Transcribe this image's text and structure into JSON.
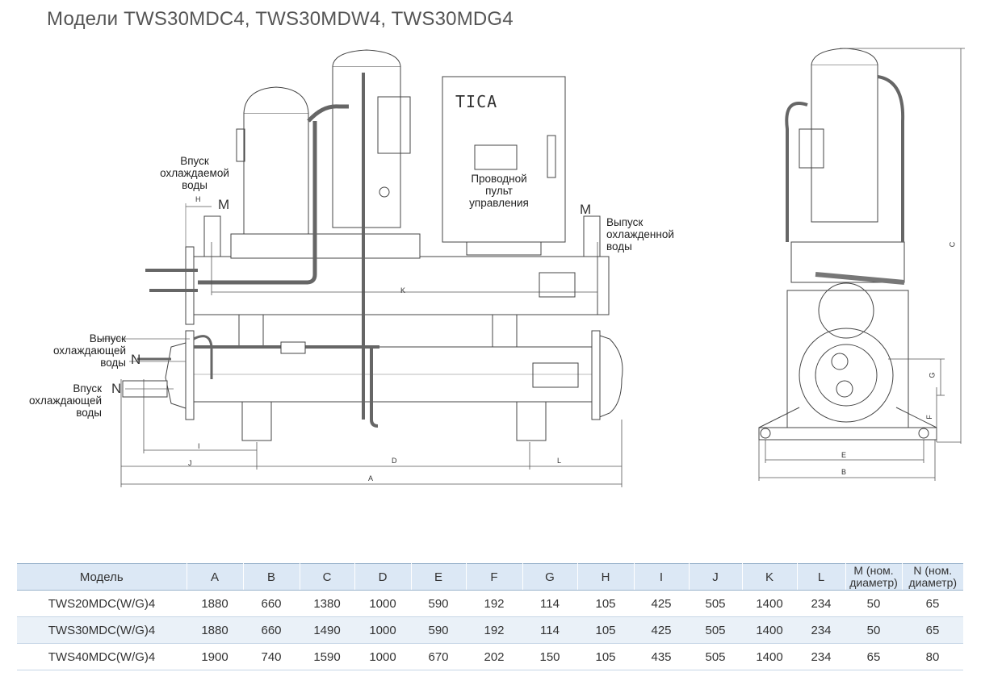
{
  "title": "Модели TWS30MDC4, TWS30MDW4, TWS30MDG4",
  "brand": "TICA",
  "labels": {
    "inlet_cooled_1": "Впуск",
    "inlet_cooled_2": "охлаждаемой",
    "inlet_cooled_3": "воды",
    "outlet_chilled_1": "Выпуск",
    "outlet_chilled_2": "охлажденной",
    "outlet_chilled_3": "воды",
    "outlet_cooling_1": "Выпуск",
    "outlet_cooling_2": "охлаждающей",
    "outlet_cooling_3": "воды",
    "inlet_cooling_1": "Впуск",
    "inlet_cooling_2": "охлаждающей",
    "inlet_cooling_3": "воды",
    "remote_1": "Проводной",
    "remote_2": "пульт",
    "remote_3": "управления"
  },
  "letters": {
    "M": "M",
    "N": "N",
    "H": "H",
    "K": "K",
    "I": "I",
    "J": "J",
    "D": "D",
    "L": "L",
    "A": "A",
    "B": "B",
    "C": "C",
    "E": "E",
    "F": "F",
    "G": "G"
  },
  "table": {
    "headers": [
      "Модель",
      "A",
      "B",
      "C",
      "D",
      "E",
      "F",
      "G",
      "H",
      "I",
      "J",
      "K",
      "L"
    ],
    "header_m_1": "M (ном.",
    "header_m_2": "диаметр)",
    "header_n_1": "N (ном.",
    "header_n_2": "диаметр)",
    "rows": [
      [
        "TWS20MDC(W/G)4",
        "1880",
        "660",
        "1380",
        "1000",
        "590",
        "192",
        "114",
        "105",
        "425",
        "505",
        "1400",
        "234",
        "50",
        "65"
      ],
      [
        "TWS30MDC(W/G)4",
        "1880",
        "660",
        "1490",
        "1000",
        "590",
        "192",
        "114",
        "105",
        "425",
        "505",
        "1400",
        "234",
        "50",
        "65"
      ],
      [
        "TWS40MDC(W/G)4",
        "1900",
        "740",
        "1590",
        "1000",
        "670",
        "202",
        "150",
        "105",
        "435",
        "505",
        "1400",
        "234",
        "65",
        "80"
      ]
    ]
  }
}
